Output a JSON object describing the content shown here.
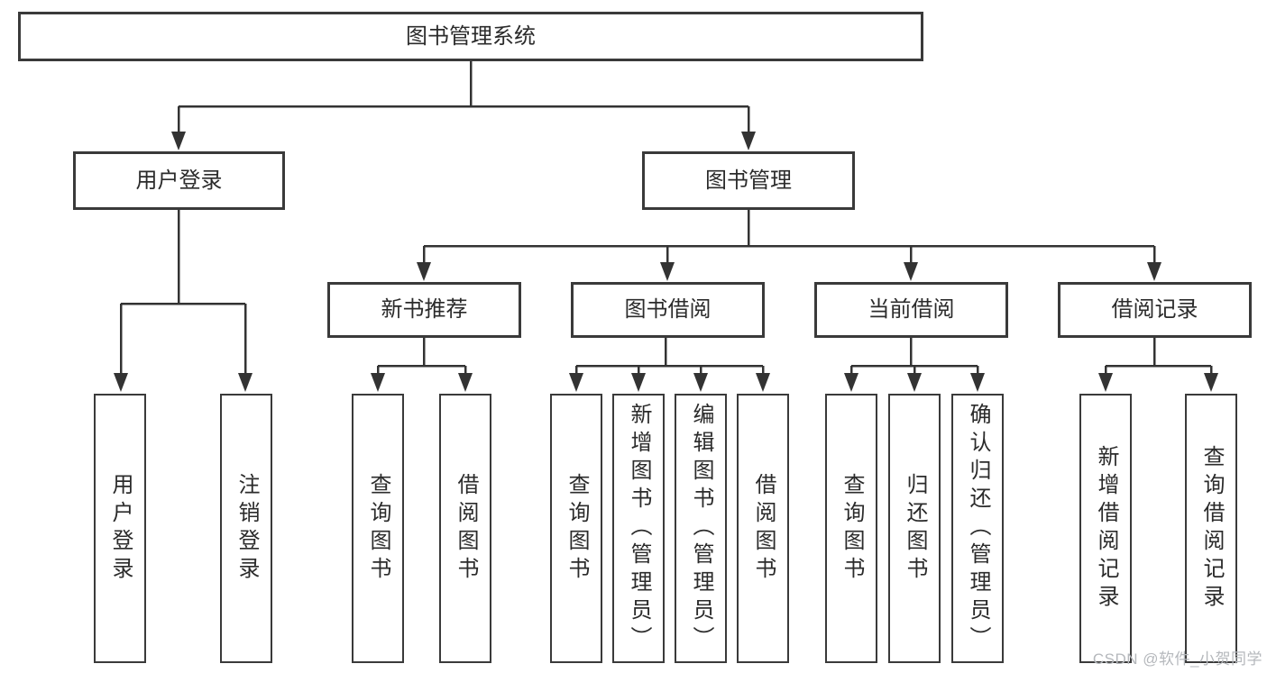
{
  "diagram": {
    "root": "图书管理系统",
    "user_login": {
      "label": "用户登录",
      "children": {
        "login": "用户登录",
        "logout": "注销登录"
      }
    },
    "book_mgmt": {
      "label": "图书管理",
      "sections": {
        "new_book": {
          "label": "新书推荐",
          "children": {
            "query": "查询图书",
            "borrow": "借阅图书"
          }
        },
        "book_borrow": {
          "label": "图书借阅",
          "children": {
            "query": "查询图书",
            "add": "新增图书（管理员）",
            "edit": "编辑图书（管理员）",
            "borrow": "借阅图书"
          }
        },
        "current_borrow": {
          "label": "当前借阅",
          "children": {
            "query": "查询图书",
            "return": "归还图书",
            "confirm": "确认归还（管理员）"
          }
        },
        "borrow_record": {
          "label": "借阅记录",
          "children": {
            "add": "新增借阅记录",
            "query": "查询借阅记录"
          }
        }
      }
    }
  },
  "colors": {
    "line": "#333333",
    "border": "#3a3a3a",
    "text": "#2b2b2b",
    "watermark": "#b5b8bc",
    "background": "#ffffff"
  },
  "watermark": "CSDN @软件_小贺同学"
}
